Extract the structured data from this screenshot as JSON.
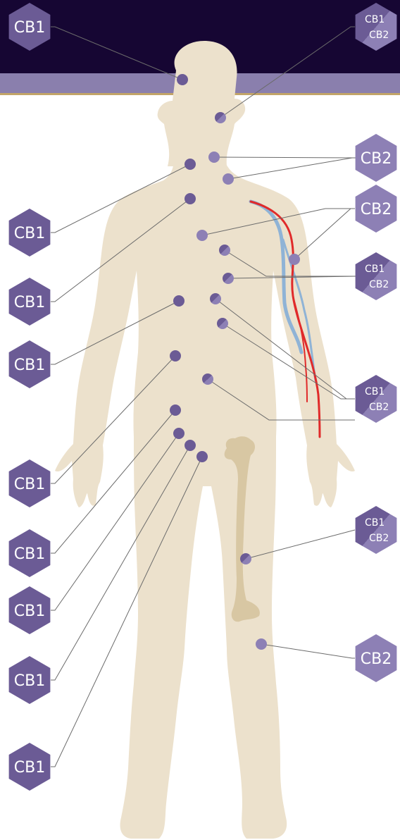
{
  "colors": {
    "header_bg": "#160633",
    "header_band": "#8a7fad",
    "header_gold": "#c2a468",
    "body_fill": "#ece1cc",
    "bone_fill": "#d8c7a3",
    "cb1_purple": "#6b5b95",
    "cb2_lavender": "#8d80b5",
    "leader_line": "#6b6b6b",
    "artery_red": "#e02a2a",
    "vein_blue": "#8fb3d6"
  },
  "labels": {
    "cb1": "CB1",
    "cb2": "CB2"
  },
  "receptor_sites": [
    {
      "id": "brain",
      "type": "cb1",
      "label": "CB1"
    },
    {
      "id": "brain-stem",
      "type": "both",
      "label": "CB1 CB2"
    },
    {
      "id": "neck-upper",
      "type": "cb2",
      "label": "CB2"
    },
    {
      "id": "neck-lower",
      "type": "cb2",
      "label": "CB2"
    },
    {
      "id": "upper-chest",
      "type": "cb1",
      "label": "CB1"
    },
    {
      "id": "chest",
      "type": "cb1",
      "label": "CB1"
    },
    {
      "id": "thymus",
      "type": "cb2",
      "label": "CB2"
    },
    {
      "id": "arm-vessels",
      "type": "cb2",
      "label": "CB2"
    },
    {
      "id": "heart",
      "type": "both",
      "label": "CB1 CB2"
    },
    {
      "id": "liver",
      "type": "cb1",
      "label": "CB1"
    },
    {
      "id": "stomach",
      "type": "both",
      "label": "CB1 CB2"
    },
    {
      "id": "pancreas",
      "type": "both",
      "label": "CB1 CB2"
    },
    {
      "id": "intestine",
      "type": "both",
      "label": "CB1 CB2"
    },
    {
      "id": "kidney",
      "type": "cb1",
      "label": "CB1"
    },
    {
      "id": "reproductive-1",
      "type": "cb1",
      "label": "CB1"
    },
    {
      "id": "reproductive-2",
      "type": "cb1",
      "label": "CB1"
    },
    {
      "id": "reproductive-3",
      "type": "cb1",
      "label": "CB1"
    },
    {
      "id": "reproductive-4",
      "type": "cb1",
      "label": "CB1"
    },
    {
      "id": "bone",
      "type": "both",
      "label": "CB1 CB2"
    },
    {
      "id": "knee",
      "type": "cb2",
      "label": "CB2"
    }
  ]
}
